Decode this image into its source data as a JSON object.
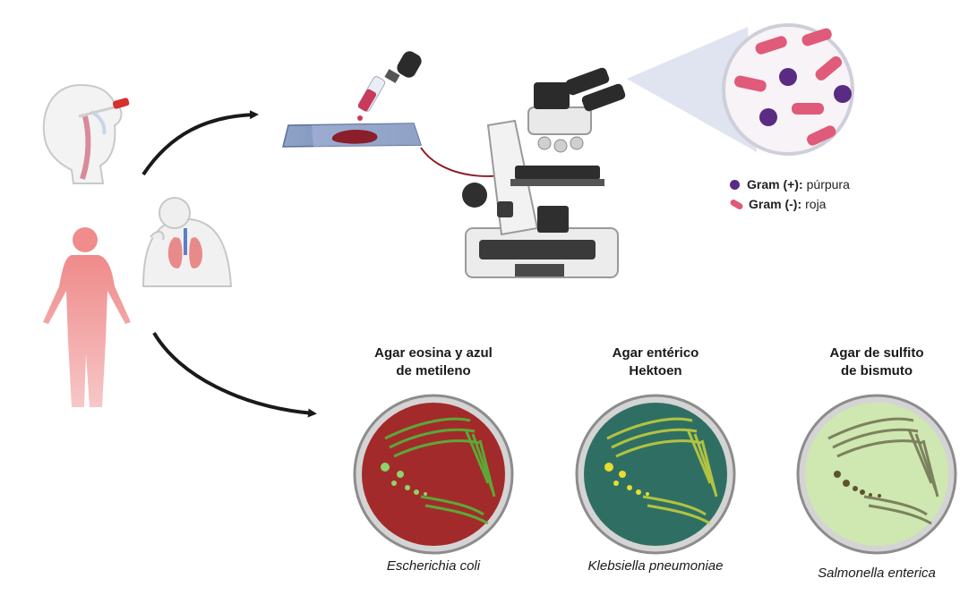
{
  "legend": {
    "gram_positive_label": "Gram (+):",
    "gram_positive_value": "púrpura",
    "gram_negative_label": "Gram (-):",
    "gram_negative_value": "roja",
    "colors": {
      "positive": "#5a2b82",
      "negative": "#e05a7a"
    }
  },
  "plates": [
    {
      "title_line1": "Agar eosina y azul",
      "title_line2": "de metileno",
      "species": "Escherichia coli",
      "plate_color": "#a32a2a",
      "streak_color": "#4fbf3a",
      "colony_color": "#8fd36a"
    },
    {
      "title_line1": "Agar entérico",
      "title_line2": "Hektoen",
      "species": "Klebsiella pneumoniae",
      "plate_color": "#2f6f63",
      "streak_color": "#c9d23a",
      "colony_color": "#e8dd2f"
    },
    {
      "title_line1": "Agar de sulfito",
      "title_line2": "de bismuto",
      "species": "Salmonella enterica",
      "plate_color": "#cfe7b0",
      "streak_color": "#6e7050",
      "colony_color": "#5c5430"
    }
  ]
}
